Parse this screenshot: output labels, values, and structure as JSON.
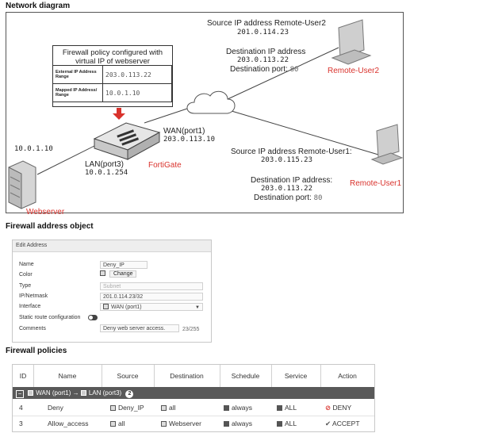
{
  "titles": {
    "network": "Network diagram",
    "address_object": "Firewall address object",
    "policies": "Firewall policies"
  },
  "diagram": {
    "policy_box": {
      "title": "Firewall policy configured with virtual IP of webserver",
      "rows": [
        {
          "key": "External IP Address Range",
          "value": "203.0.113.22"
        },
        {
          "key": "Mapped IP Address/ Range",
          "value": "10.0.1.10"
        }
      ]
    },
    "remote_user2": {
      "source_label": "Source IP address Remote-User2",
      "source_ip": "201.0.114.23",
      "dest_label": "Destination IP address",
      "dest_ip": "203.0.113.22",
      "dest_port_label": "Destination port:",
      "dest_port": "80",
      "name": "Remote-User2"
    },
    "remote_user1": {
      "source_label": "Source IP address Remote-User1:",
      "source_ip": "203.0.115.23",
      "dest_label": "Destination IP address:",
      "dest_ip": "203.0.113.22",
      "dest_port_label": "Destination port:",
      "dest_port": "80",
      "name": "Remote-User1"
    },
    "wan_label": "WAN(port1)",
    "wan_ip": "203.0.113.10",
    "lan_label": "LAN(port3)",
    "lan_ip": "10.0.1.254",
    "fortigate_label": "FortiGate",
    "webserver_ip": "10.0.1.10",
    "webserver_label": "Webserver"
  },
  "edit_address": {
    "header": "Edit Address",
    "fields": [
      {
        "label": "Name",
        "value": "Deny_IP"
      },
      {
        "label": "Color",
        "value": "Change"
      },
      {
        "label": "Type",
        "value": "Subnet"
      },
      {
        "label": "IP/Netmask",
        "value": "201.0.114.23/32"
      },
      {
        "label": "Interface",
        "value": "WAN (port1)"
      },
      {
        "label": "Static route configuration",
        "value": ""
      },
      {
        "label": "Comments",
        "value": "Deny web server access."
      }
    ],
    "comment_count": "23/255"
  },
  "policies": {
    "headers": [
      "ID",
      "Name",
      "Source",
      "Destination",
      "Schedule",
      "Service",
      "Action"
    ],
    "group": {
      "from": "WAN (port1)",
      "arrow": "→",
      "to": "LAN (port3)",
      "count": "2"
    },
    "rows": [
      {
        "id": "4",
        "name": "Deny",
        "source": "Deny_IP",
        "destination": "all",
        "schedule": "always",
        "service": "ALL",
        "action": "DENY",
        "action_icon": "⊘"
      },
      {
        "id": "3",
        "name": "Allow_access",
        "source": "all",
        "destination": "Webserver",
        "schedule": "always",
        "service": "ALL",
        "action": "ACCEPT",
        "action_icon": "✔"
      }
    ]
  },
  "colors": {
    "accent_red": "#d9322c",
    "deny_red": "#d9322c",
    "accept_grey": "#555555",
    "group_bar": "#595959"
  }
}
